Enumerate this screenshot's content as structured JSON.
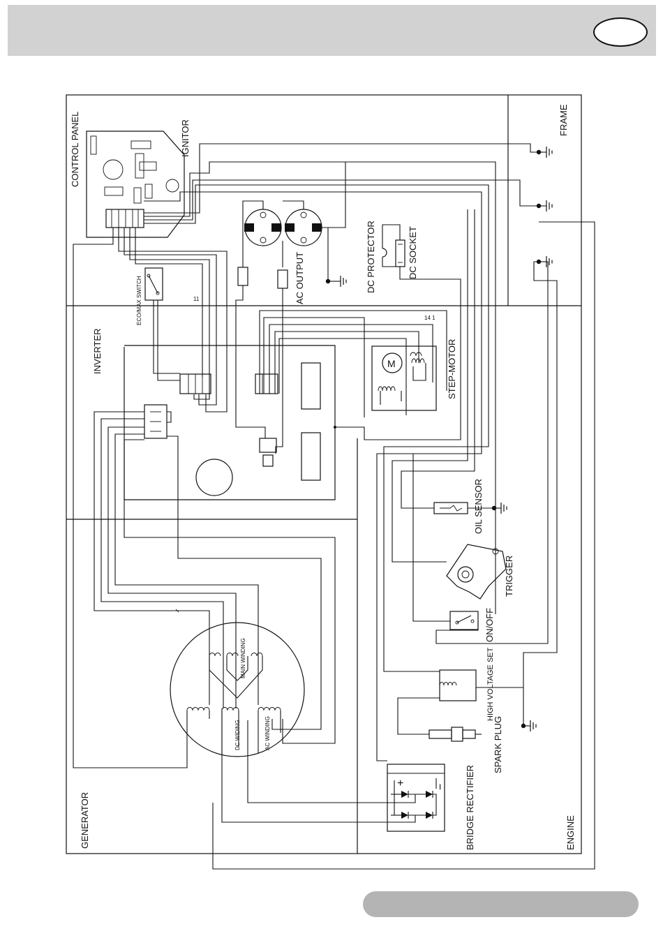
{
  "labels": {
    "control_panel": "CONTROL PANEL",
    "ignitor": "IGNITOR",
    "frame": "FRAME",
    "dc_protector": "DC PROTECTOR",
    "dc_socket": "DC SOCKET",
    "ac_output": "AC OUTPUT",
    "eco_max_switch": "ECO/MAX SWITCH",
    "inverter": "INVERTER",
    "step_motor": "STEP-MOTOR",
    "motor_symbol": "M",
    "oil_sensor": "OIL SENSOR",
    "trigger": "TRIGGER",
    "on_off": "ON/OFF",
    "high_voltage_set": "HIGH VOLTAGE SET",
    "spark_plug": "SPARK PLUG",
    "bridge_rectifier": "BRIDGE RECTIFIER",
    "engine": "ENGINE",
    "generator": "GENERATOR",
    "main_winding": "MAIN WINDING",
    "dc_widing": "DC WIDING",
    "ac_winding": "AC WINDING",
    "plus_sign": "+",
    "minus_sign": "−",
    "mark_11": "11",
    "mark_14": "14 1"
  },
  "icons": [
    "ground-icon",
    "motor-icon",
    "coil-icon",
    "diode-icon",
    "spark-plug-icon",
    "switch-icon"
  ],
  "colors": {
    "header": "#d2d2d2",
    "footer": "#b4b4b4",
    "line": "#111111"
  }
}
